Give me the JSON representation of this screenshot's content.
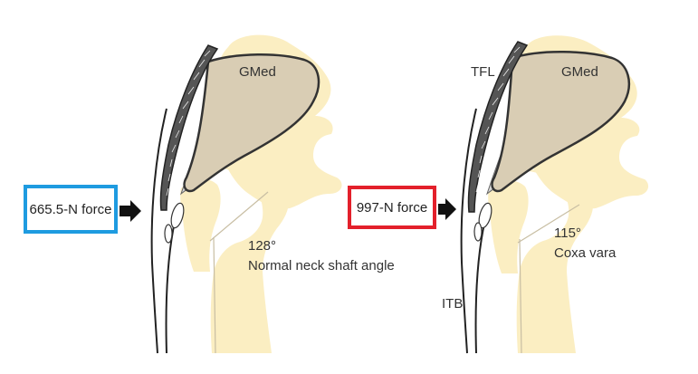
{
  "left_panel": {
    "muscle_label": "GMed",
    "force_label": "665.5-N force",
    "angle_value": "128°",
    "angle_caption": "Normal neck shaft angle",
    "box_color": "#1e9be0"
  },
  "right_panel": {
    "tfl_label": "TFL",
    "muscle_label": "GMed",
    "force_label": "997-N force",
    "angle_value": "115°",
    "angle_caption": "Coxa vara",
    "itb_label": "ITB",
    "box_color": "#e3202b"
  },
  "colors": {
    "bone": "#fbeec2",
    "muscle": "#d9cdb4",
    "tendon_shadow": "#d6d6d6",
    "outline": "#333333"
  },
  "icons": [
    "arrow-right-icon"
  ]
}
